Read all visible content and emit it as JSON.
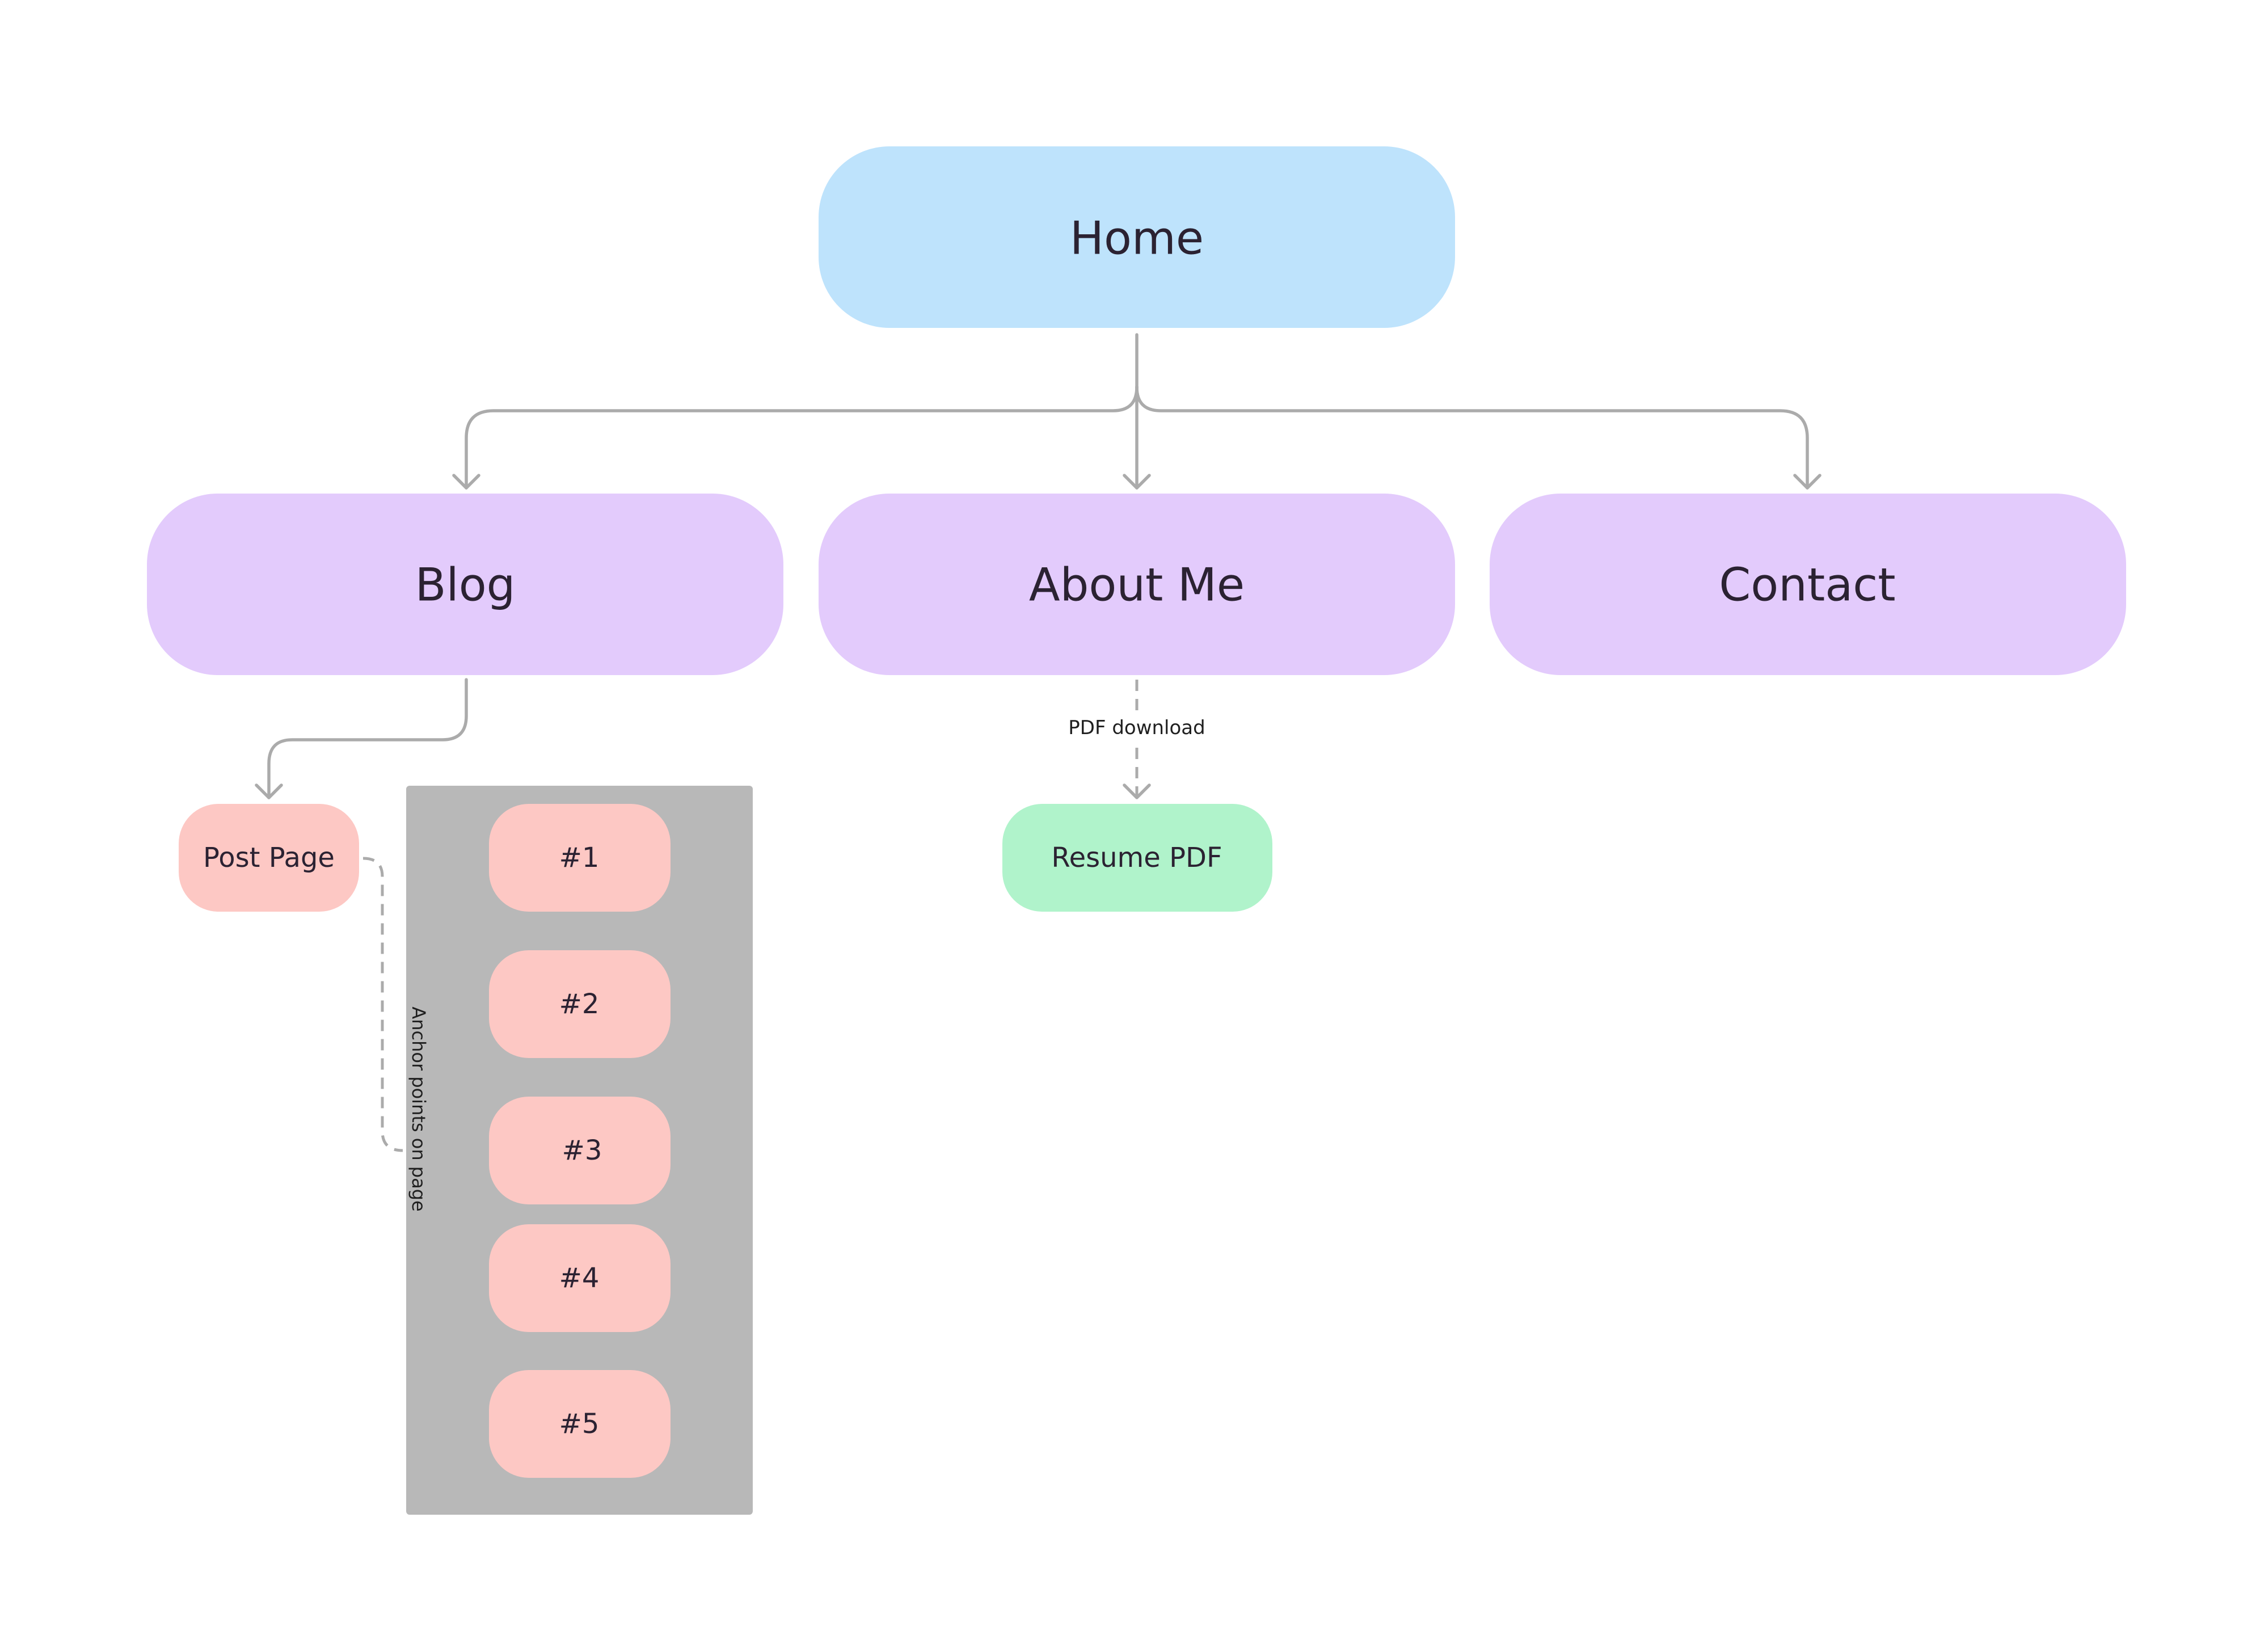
{
  "nodes": {
    "home": {
      "label": "Home",
      "color": "#bee3fc"
    },
    "blog": {
      "label": "Blog",
      "color": "#e3cbfc"
    },
    "about": {
      "label": "About Me",
      "color": "#e3cbfc"
    },
    "contact": {
      "label": "Contact",
      "color": "#e3cbfc"
    },
    "post_page": {
      "label": "Post Page",
      "color": "#fdc8c4"
    },
    "resume_pdf": {
      "label": "Resume PDF",
      "color": "#b0f3cb"
    }
  },
  "anchors": {
    "group_color": "#b8b8b8",
    "items": [
      {
        "label": "#1",
        "color": "#fdc8c4"
      },
      {
        "label": "#2",
        "color": "#fdc8c4"
      },
      {
        "label": "#3",
        "color": "#fdc8c4"
      },
      {
        "label": "#4",
        "color": "#fdc8c4"
      },
      {
        "label": "#5",
        "color": "#fdc8c4"
      }
    ]
  },
  "edges": {
    "pdf_download_label": "PDF download",
    "anchor_points_label": "Anchor points on page",
    "line_color": "#ababab"
  }
}
